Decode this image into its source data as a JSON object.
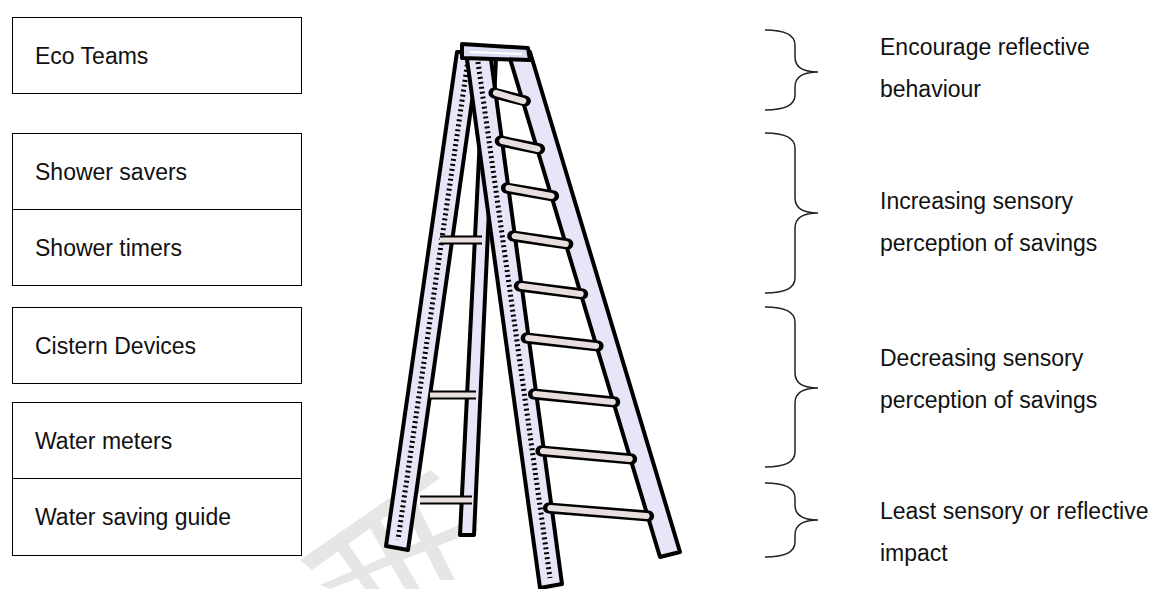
{
  "diagram": {
    "nodes": [
      {
        "text": [
          "Eco Teams"
        ]
      },
      {
        "text": [
          "Shower savers"
        ]
      },
      {
        "text": [
          "Shower timers"
        ]
      },
      {
        "text": [
          "Cistern Devices"
        ]
      },
      {
        "text": [
          "Water meters"
        ]
      },
      {
        "text": [
          "Water saving guide"
        ]
      }
    ],
    "labels": [
      "Encourage reflective behaviour",
      "Increasing sensory perception of savings",
      "Decreasing sensory perception of savings",
      "Least sensory or reflective impact"
    ]
  }
}
